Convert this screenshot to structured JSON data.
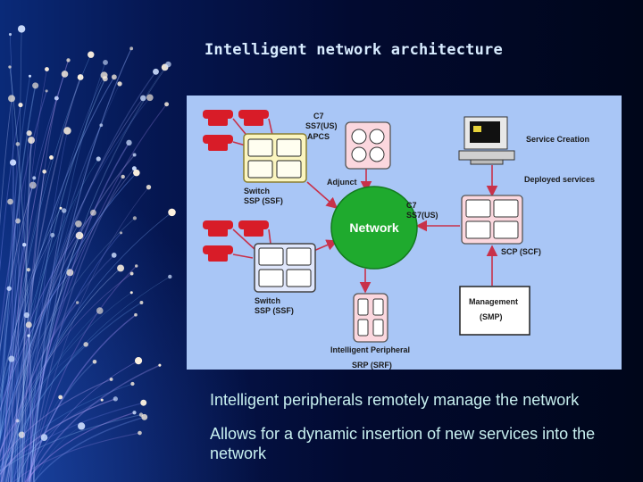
{
  "slide": {
    "title": "Intelligent network architecture"
  },
  "diagram": {
    "labels": {
      "c7_top": "C7",
      "ss7_top": "SS7(US)",
      "apcs": "APCS",
      "adjunct": "Adjunct",
      "switch_top_1": "Switch",
      "switch_top_2": "SSP (SSF)",
      "network": "Network",
      "c7_right": "C7",
      "ss7_right": "SS7(US)",
      "service_creation": "Service Creation",
      "deployed_services": "Deployed services",
      "scp": "SCP (SCF)",
      "management_1": "Management",
      "management_2": "(SMP)",
      "switch_bottom_1": "Switch",
      "switch_bottom_2": "SSP (SSF)",
      "intelligent_peripheral": "Intelligent Peripheral",
      "srp": "SRP (SRF)"
    },
    "colors": {
      "panel": "#a9c6f6",
      "network": "#1faa2e",
      "arrow": "#c8314a",
      "phone": "#d81c28",
      "switch_top": "#fbf5bf",
      "switch_bottom": "#dfe6fb",
      "node_pink": "#fbd7de"
    }
  },
  "bullets": [
    "Intelligent peripherals remotely manage the network",
    "Allows for a dynamic insertion of new services into the network"
  ]
}
